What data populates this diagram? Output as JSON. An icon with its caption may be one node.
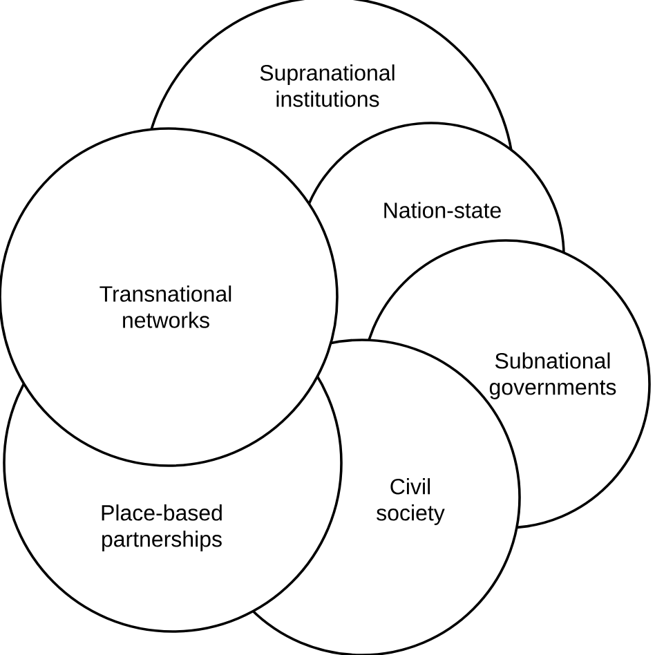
{
  "diagram": {
    "nodes": [
      {
        "text": [
          "Supranational institutions"
        ]
      },
      {
        "text": [
          "Nation-state"
        ]
      },
      {
        "text": [
          "Transnational networks"
        ]
      },
      {
        "text": [
          "Subnational governments"
        ]
      },
      {
        "text": [
          "Place-based partnerships"
        ]
      },
      {
        "text": [
          "Civil society"
        ]
      }
    ]
  }
}
